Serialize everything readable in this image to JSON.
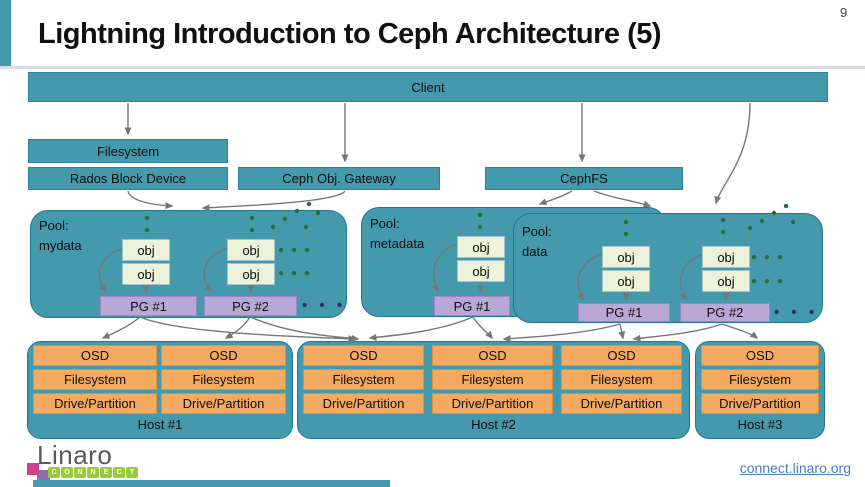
{
  "slide": {
    "title": "Lightning Introduction to Ceph Architecture (5)",
    "page_number": "9",
    "footer": {
      "link": "connect.linaro.org"
    },
    "logo": {
      "name": "Linaro",
      "connect_letters": [
        "C",
        "O",
        "N",
        "N",
        "E",
        "C",
        "T"
      ]
    }
  },
  "diagram": {
    "client_label": "Client",
    "access": {
      "filesystem": "Filesystem",
      "rados_block_device": "Rados Block Device",
      "ceph_obj_gateway": "Ceph Obj. Gateway",
      "cephfs": "CephFS"
    },
    "obj_label": "obj",
    "pools": [
      {
        "name_line1": "Pool:",
        "name_line2": "mydata",
        "pgs": [
          "PG #1",
          "PG #2"
        ],
        "more_dots": "• • •"
      },
      {
        "name_line1": "Pool:",
        "name_line2": "metadata",
        "pgs": [
          "PG #1"
        ]
      },
      {
        "name_line1": "Pool:",
        "name_line2": "data",
        "pgs": [
          "PG #1",
          "PG #2"
        ],
        "more_dots": "• • •"
      }
    ],
    "osd_stack": [
      "OSD",
      "Filesystem",
      "Drive/Partition"
    ],
    "hosts": [
      {
        "label": "Host #1"
      },
      {
        "label": "Host #2"
      },
      {
        "label": "Host #3"
      }
    ]
  },
  "colors": {
    "teal": "#4599ad",
    "teal_border": "#2e7fa6",
    "orange": "#f3a95f",
    "orange_border": "#e08e36",
    "obj_fill": "#edf2da",
    "pg_fill": "#b9a7d8",
    "arrow_gray": "#767676",
    "dot_green": "#2a6e35",
    "link_blue": "#4a7cc7",
    "connect_green": "#9aca3c"
  }
}
